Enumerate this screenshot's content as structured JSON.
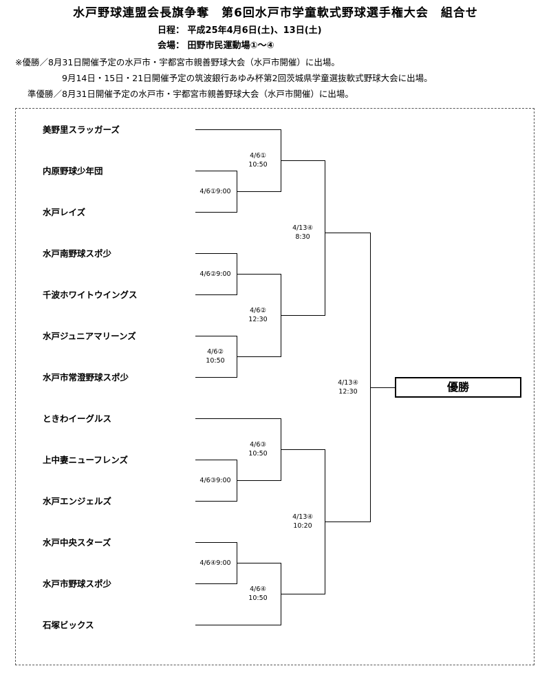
{
  "title": "水戸野球連盟会長旗争奪　第6回水戸市学童軟式野球選手権大会　組合せ",
  "schedule": {
    "label": "日程：",
    "value": "平成25年4月6日(土)、13日(土)"
  },
  "venue": {
    "label": "会場：",
    "value": "田野市民運動場①～④"
  },
  "notes": [
    "※優勝／8月31日開催予定の水戸市・宇都宮市親善野球大会（水戸市開催）に出場。",
    "9月14日・15日・21日開催予定の筑波銀行あゆみ杯第2回茨城県学童選抜軟式野球大会に出場。",
    "準優勝／8月31日開催予定の水戸市・宇都宮市親善野球大会（水戸市開催）に出場。"
  ],
  "teams": [
    "美野里スラッガーズ",
    "内原野球少年団",
    "水戸レイズ",
    "水戸南野球スポ少",
    "千波ホワイトウイングス",
    "水戸ジュニアマリーンズ",
    "水戸市常澄野球スポ少",
    "ときわイーグルス",
    "上中妻ニューフレンズ",
    "水戸エンジェルズ",
    "水戸中央スターズ",
    "水戸市野球スポ少",
    "石塚ビックス"
  ],
  "matches": {
    "r1_a": {
      "date": "4/6①",
      "time": "9:00"
    },
    "r1_b": {
      "date": "4/6②",
      "time": "9:00"
    },
    "r1_c": {
      "date": "4/6③",
      "time": "9:00"
    },
    "r1_d": {
      "date": "4/6④",
      "time": "9:00"
    },
    "r2_a": {
      "date": "4/6①",
      "time": "10:50"
    },
    "r2_b": {
      "date": "4/6②",
      "time": "10:50"
    },
    "r2_c": {
      "date": "4/6②",
      "time": "12:30"
    },
    "r2_d": {
      "date": "4/6③",
      "time": "10:50"
    },
    "r2_e": {
      "date": "4/6④",
      "time": "10:50"
    },
    "sf_a": {
      "date": "4/13④",
      "time": "8:30"
    },
    "sf_b": {
      "date": "4/13④",
      "time": "10:20"
    },
    "final": {
      "date": "4/13④",
      "time": "12:30"
    }
  },
  "champion_label": "優勝"
}
